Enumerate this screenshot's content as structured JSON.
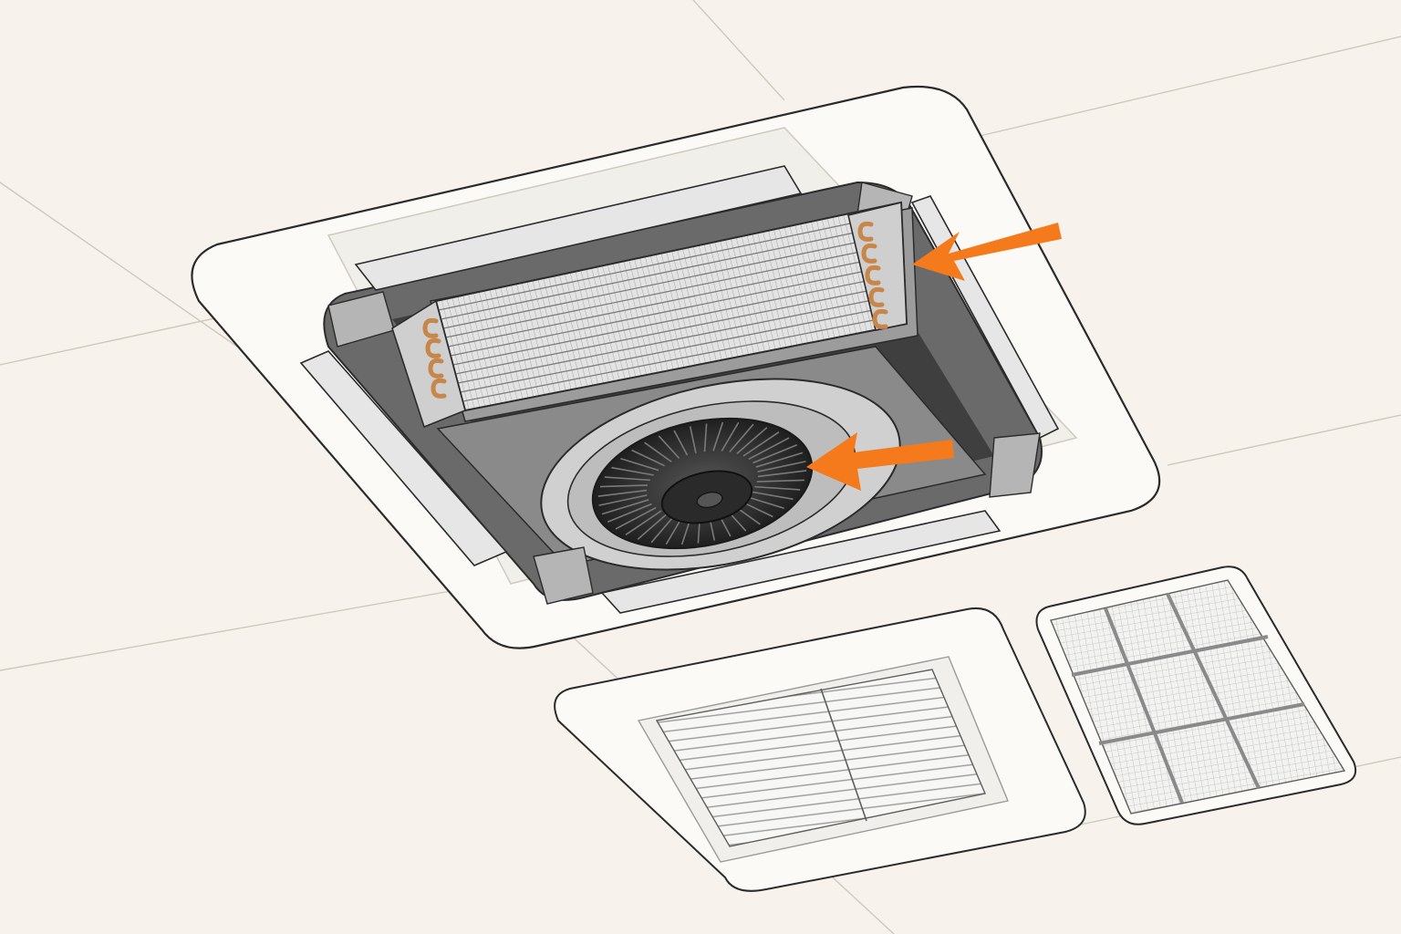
{
  "colors": {
    "background": "#f7f3ec",
    "ceiling_line": "#cfc8bd",
    "panel_fill": "#fbfaf7",
    "outline": "#2b2b2b",
    "metal_light": "#d9d9d9",
    "metal_mid": "#a9a9a9",
    "metal_dark": "#5e5e5e",
    "cavity_dark": "#3a3a3a",
    "copper": "#c7864a",
    "arrow_accent": "#f57a1c"
  },
  "annotations": [
    {
      "name": "arrow-to-coil",
      "points_to": "evaporator-coil"
    },
    {
      "name": "arrow-to-blower",
      "points_to": "blower-wheel"
    }
  ]
}
